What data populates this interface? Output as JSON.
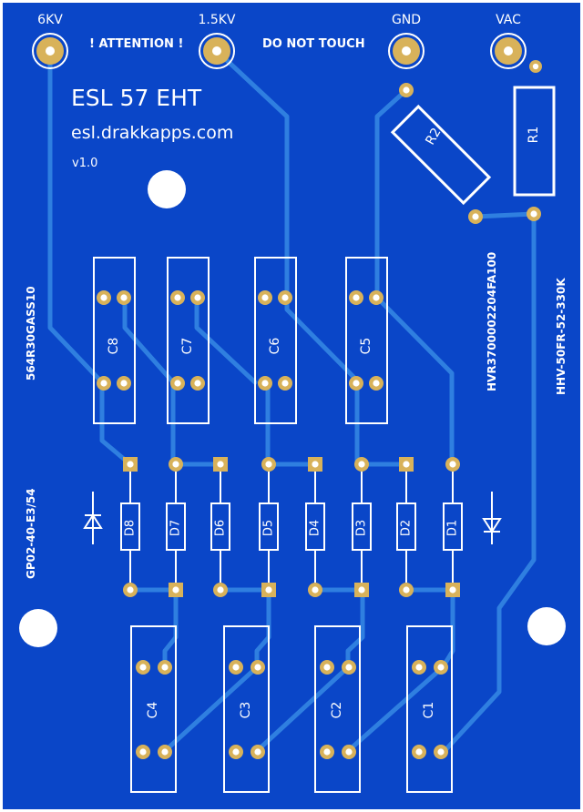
{
  "board": {
    "title": "ESL 57 EHT",
    "url": "esl.drakkapps.com",
    "version": "v1.0",
    "warning_left": "! ATTENTION !",
    "warning_right": "DO NOT TOUCH",
    "colors": {
      "board": "#0a46c8",
      "trace": "#2f7fe0",
      "pad_ring": "#d8b25a",
      "pad_hole": "#ffffff",
      "silkscreen": "#ffffff"
    }
  },
  "terminals": [
    {
      "label": "6KV"
    },
    {
      "label": "1.5KV"
    },
    {
      "label": "GND"
    },
    {
      "label": "VAC"
    }
  ],
  "part_numbers": {
    "capacitors": "564R30GASS10",
    "diodes": "GP02-40-E3/54",
    "r2": "HVR3700002204FA100",
    "r1": "HHV-50FR-52-330K"
  },
  "resistors": [
    {
      "label": "R2"
    },
    {
      "label": "R1"
    }
  ],
  "capacitors_top": [
    {
      "label": "C8"
    },
    {
      "label": "C7"
    },
    {
      "label": "C6"
    },
    {
      "label": "C5"
    }
  ],
  "capacitors_bottom": [
    {
      "label": "C4"
    },
    {
      "label": "C3"
    },
    {
      "label": "C2"
    },
    {
      "label": "C1"
    }
  ],
  "diodes": [
    {
      "label": "D8"
    },
    {
      "label": "D7"
    },
    {
      "label": "D6"
    },
    {
      "label": "D5"
    },
    {
      "label": "D4"
    },
    {
      "label": "D3"
    },
    {
      "label": "D2"
    },
    {
      "label": "D1"
    }
  ]
}
